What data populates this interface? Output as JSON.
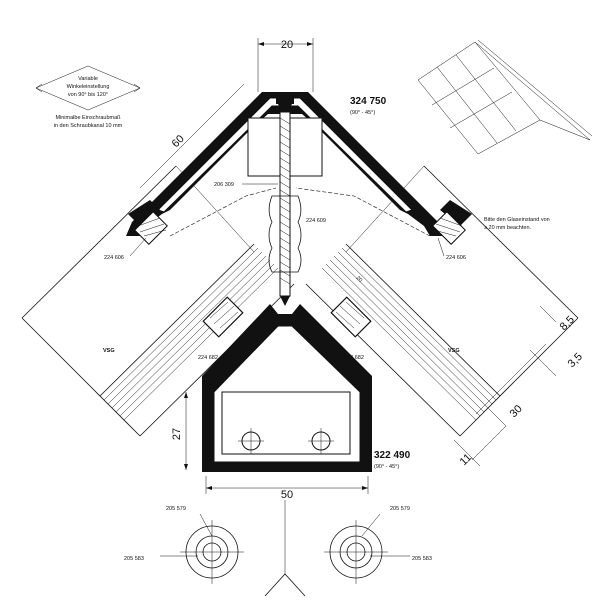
{
  "dimensions": {
    "top_width": "20",
    "slope_length": "60",
    "hatch_offset": "20",
    "right_8_5": "8,5",
    "right_3_5": "3,5",
    "right_30": "30",
    "right_11": "11",
    "profile_height": "27",
    "profile_width": "50"
  },
  "parts": {
    "cover_profile_code": "324 750",
    "cover_profile_range": "(90° - 45°)",
    "base_profile_code": "322 490",
    "base_profile_range": "(90° - 45°)",
    "screw_code": "206 309",
    "sleeve_code": "224 609",
    "gasket_left": "224 606",
    "gasket_right": "224 606",
    "seal_left": "224 682",
    "seal_right": "224 682",
    "washer_left_top": "205 579",
    "washer_left_bottom": "205 583",
    "washer_right_top": "205 579",
    "washer_right_bottom": "205 583"
  },
  "labels": {
    "glass_left": "VSG",
    "glass_right": "VSG"
  },
  "notes": {
    "angle_line1": "Variable",
    "angle_line2": "Winkeleinstellung",
    "angle_line3": "von 90° bis 120°",
    "screw_line1": "Minimalbe Einschraubmaß",
    "screw_line2": "in den Schraubkanal 10 mm",
    "glass_line1": "Bitte den Glaseinstand von",
    "glass_line2": "≥ 20 mm beachten."
  }
}
